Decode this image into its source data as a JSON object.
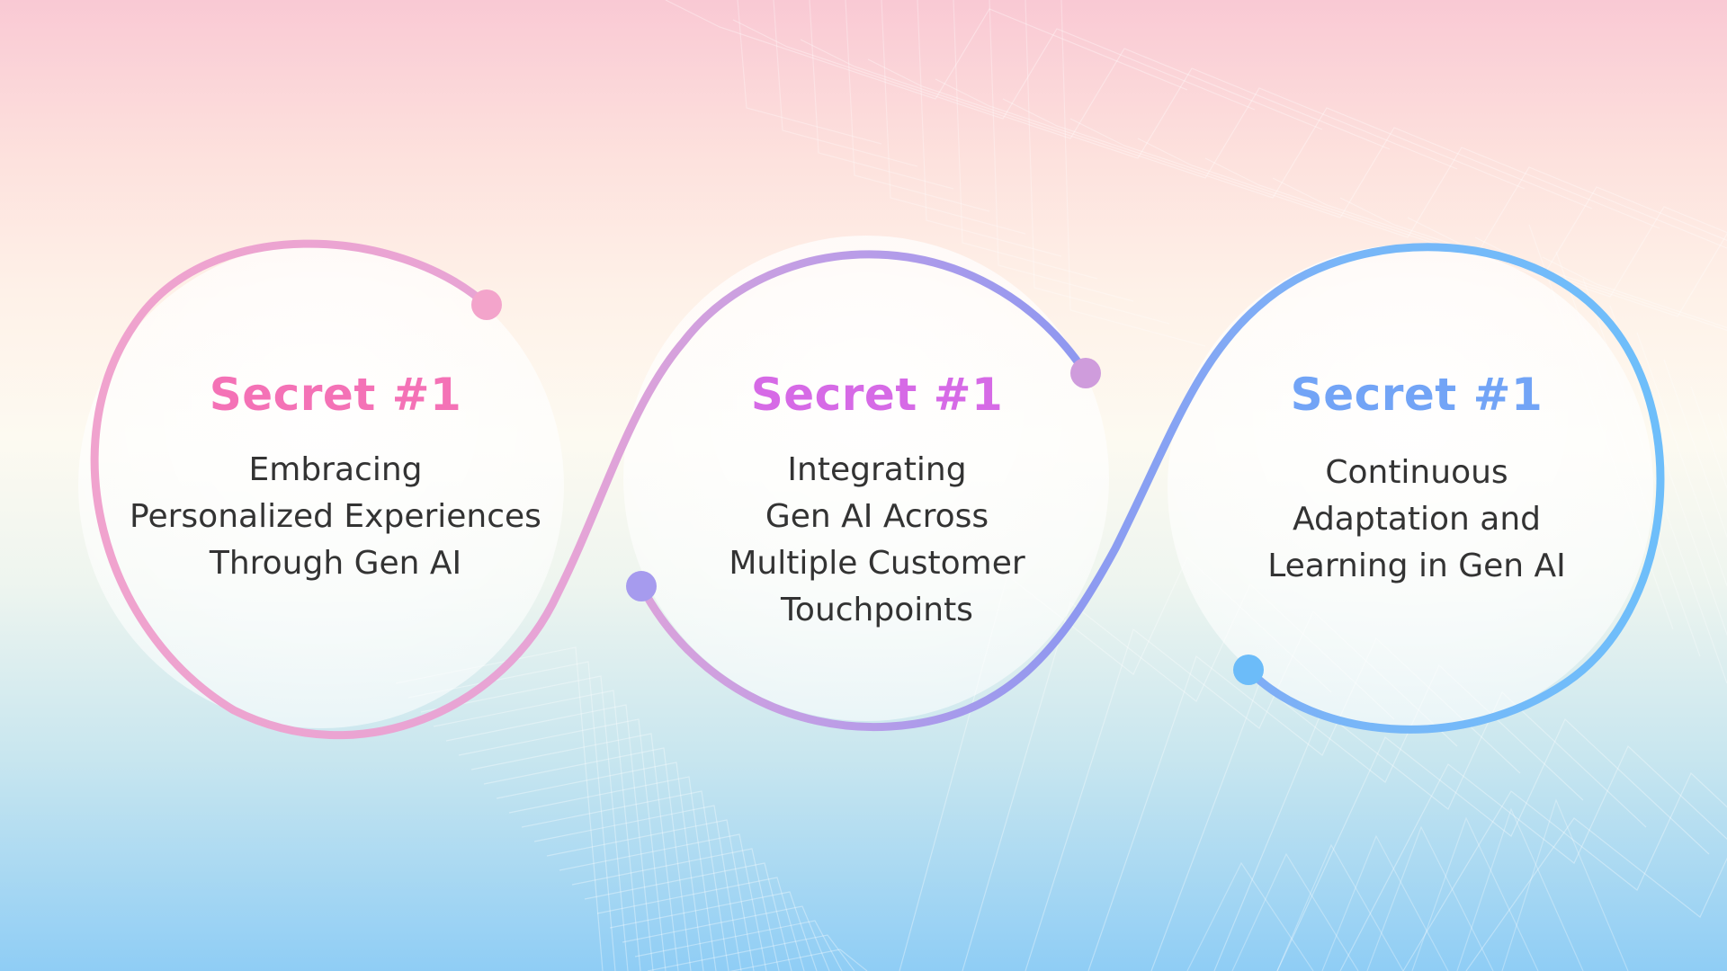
{
  "colors": {
    "pink": "#f07bbf",
    "purple": "#d070e0",
    "blue": "#6aa9f5",
    "text": "#333333"
  },
  "steps": [
    {
      "title": "Secret #1",
      "description": "Embracing\nPersonalized Experiences\nThrough Gen AI",
      "title_color": "#f472b6"
    },
    {
      "title": "Secret #1",
      "description": "Integrating\nGen AI Across\nMultiple Customer\nTouchpoints",
      "title_color": "#d66ae6"
    },
    {
      "title": "Secret #1",
      "description": "Continuous\nAdaptation and\nLearning in Gen AI",
      "title_color": "#72a4f6"
    }
  ]
}
